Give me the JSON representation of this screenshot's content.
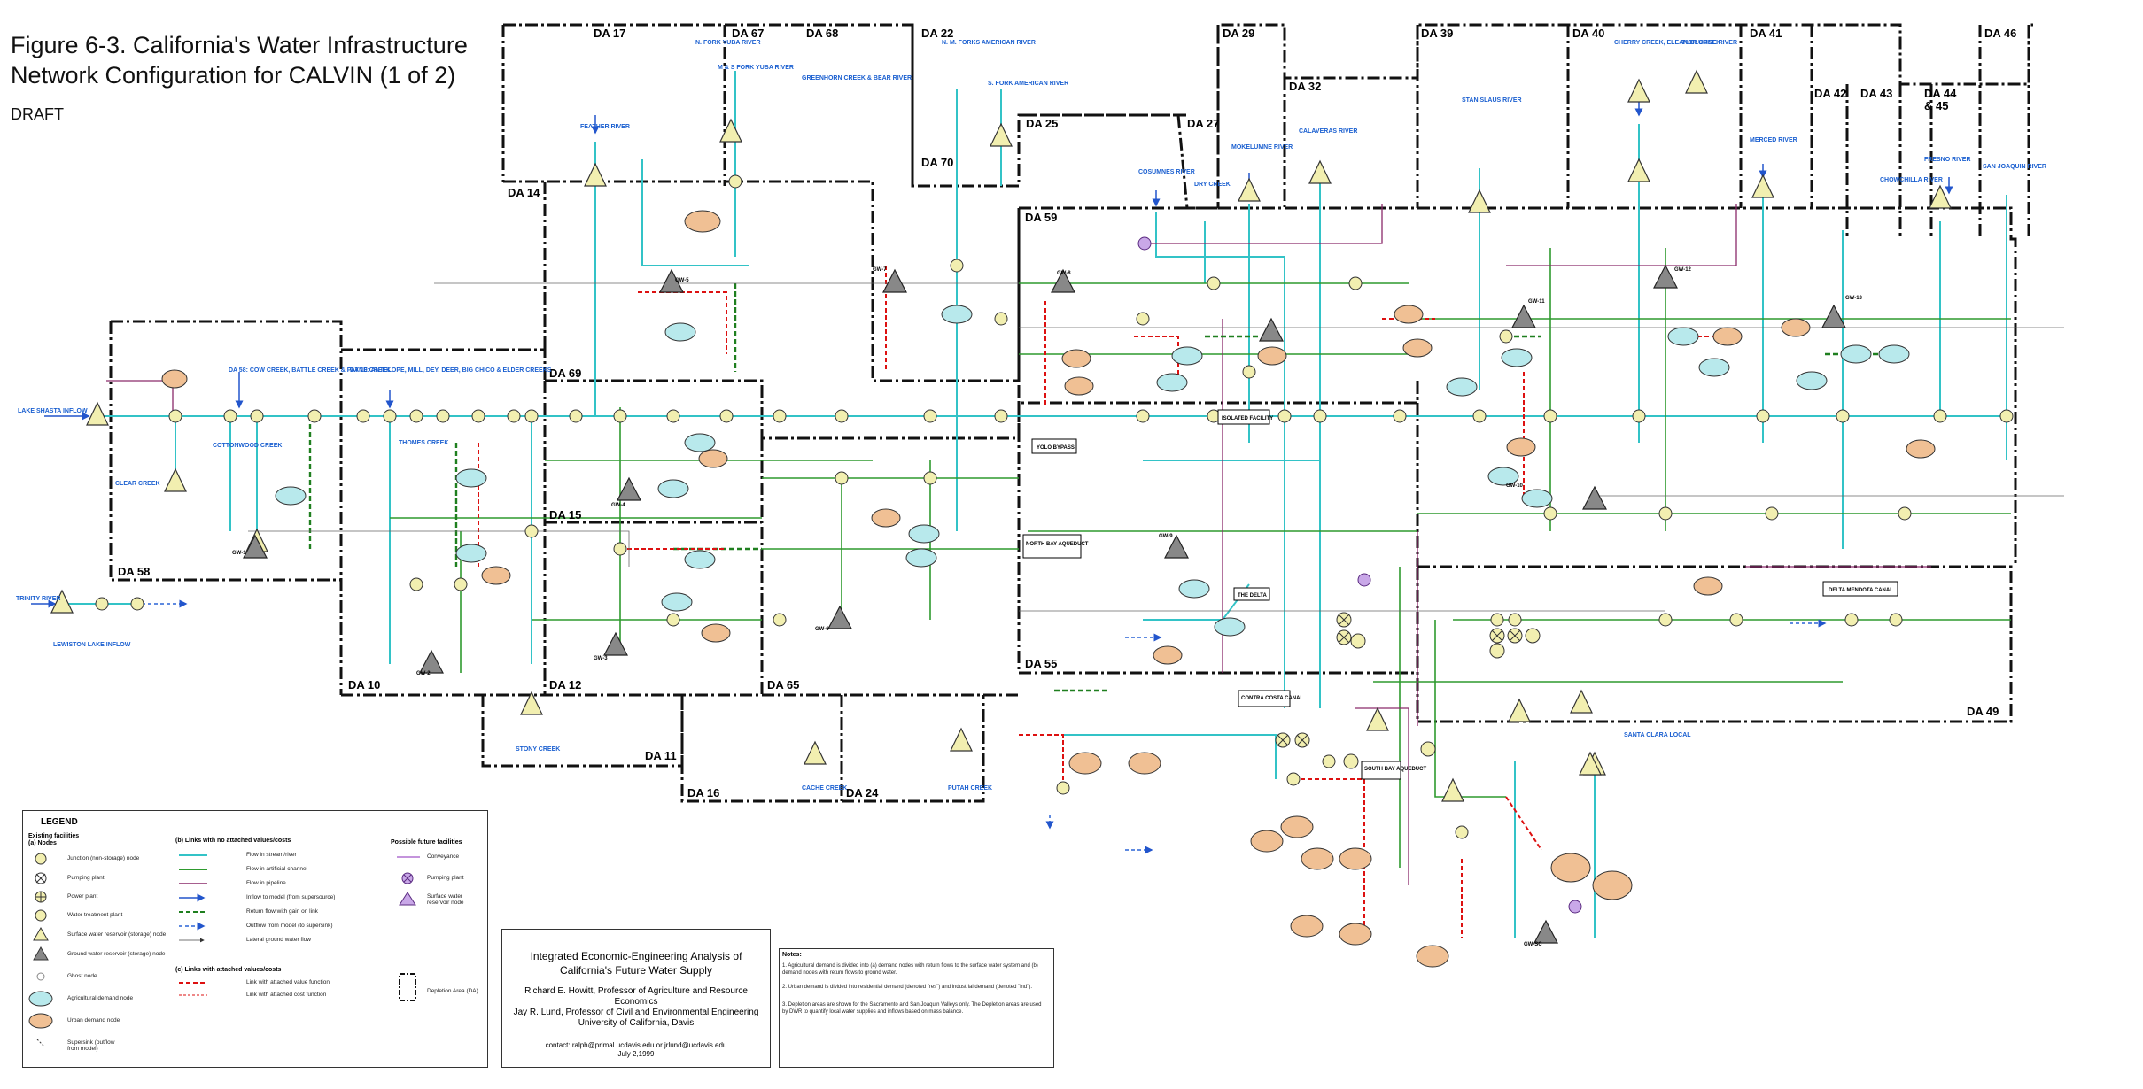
{
  "title_line1": "Figure 6-3.  California's Water Infrastructure",
  "title_line2": "Network Configuration for CALVIN (1 of 2)",
  "draft": "DRAFT",
  "colors": {
    "stream": "#33c3c7",
    "channel": "#2e9a2e",
    "pipeline": "#8a2a6a",
    "inflow": "#2255cc",
    "return": "#1f7f1f",
    "outflow": "#2a63d6",
    "lateral": "#444444",
    "attached": "#dd1111",
    "node_fill": "#f2efb0",
    "ag_fill": "#b8e9ec",
    "urban_fill": "#f0c094",
    "source_label": "#1a5fd0",
    "proposed": "#b070d0"
  },
  "depletion_areas": [
    "DA 17",
    "DA 67",
    "DA 68",
    "DA 22",
    "DA 29",
    "DA 39",
    "DA 40",
    "DA 41",
    "DA 46",
    "DA 32",
    "DA 42",
    "DA 43",
    "DA 44",
    "& 45",
    "DA 25",
    "DA 27",
    "DA 14",
    "DA 70",
    "DA 59",
    "DA 69",
    "DA 58",
    "DA 15",
    "DA 10",
    "DA 12",
    "DA 65",
    "DA 55",
    "DA 11",
    "DA 16",
    "DA 24",
    "DA 49"
  ],
  "sources": [
    "LAKE SHASTA INFLOW",
    "TRINITY RIVER",
    "LEWISTON LAKE INFLOW",
    "CLEAR CREEK",
    "COTTONWOOD CREEK",
    "DA 58: COW CREEK, BATTLE CREEK & PAYNE CREEK",
    "DA 10: ANTELOPE, MILL, DEY, DEER, BIG CHICO & ELDER CREEKS",
    "THOMES CREEK",
    "STONY CREEK",
    "CACHE CREEK",
    "PUTAH CREEK",
    "FEATHER RIVER",
    "N. FORK YUBA RIVER",
    "M & S FORK YUBA RIVER",
    "GREENHORN CREEK & BEAR RIVER",
    "N. M. FORKS AMERICAN RIVER",
    "S. FORK AMERICAN RIVER",
    "COSUMNES RIVER",
    "DRY CREEK",
    "MOKELUMNE RIVER",
    "CALAVERAS RIVER",
    "STANISLAUS RIVER",
    "CHERRY CREEK, ELEANOR CREEK",
    "TUOLUMNE RIVER",
    "MERCED RIVER",
    "CHOWCHILLA RIVER",
    "FRESNO RIVER",
    "SAN JOAQUIN RIVER",
    "SANTA CLARA LOCAL"
  ],
  "facilities": [
    "YOLO BYPASS",
    "ISOLATED FACILITY",
    "NORTH BAY AQUEDUCT",
    "THE DELTA",
    "CONTRA COSTA CANAL",
    "SOUTH BAY AQUEDUCT",
    "DELTA MENDOTA CANAL"
  ],
  "groundwater": [
    "GW-1",
    "GW-2",
    "GW-3",
    "GW-4",
    "GW-5",
    "GW-6",
    "GW-7",
    "GW-8",
    "GW-9",
    "GW-10",
    "GW-11",
    "GW-12",
    "GW-13",
    "GW-SC"
  ],
  "legend": {
    "title": "LEGEND",
    "existing": "Existing facilities",
    "nodes_heading": "(a) Nodes",
    "nodes": [
      "Junction (non-storage) node",
      "Pumping plant",
      "Power plant",
      "Water treatment plant",
      "Surface water reservoir (storage) node",
      "Ground water reservoir (storage) node",
      "Ghost node",
      "Agricultural demand node",
      "Urban demand node",
      "Supersink (outflow from model)"
    ],
    "links_heading": "(b) Links with no attached values/costs",
    "links": [
      "Flow in stream/river",
      "Flow in artificial channel",
      "Flow in pipeline",
      "Inflow to model (from supersource)",
      "Return flow with gain on link",
      "Outflow from model (to supersink)",
      "Lateral ground water flow"
    ],
    "attached_heading": "(c) Links with attached values/costs",
    "attached": [
      "Link with attached value function",
      "Link with attached cost function"
    ],
    "future_heading": "Possible future facilities",
    "future": [
      "Conveyance",
      "Pumping plant",
      "Surface water reservoir node"
    ],
    "depletion_area": "Depletion Area (DA)"
  },
  "credits": {
    "title_line1": "Integrated Economic-Engineering Analysis of",
    "title_line2": "California's Future Water Supply",
    "author1": "Richard E. Howitt, Professor of Agriculture and Resource Economics",
    "author2": "Jay R. Lund, Professor of Civil and Environmental Engineering",
    "affiliation": "University of California, Davis",
    "contact": "contact: ralph@primal.ucdavis.edu or jrlund@ucdavis.edu",
    "date": "July 2,1999"
  },
  "notes": {
    "title": "Notes:",
    "items": [
      "1.  Agricultural demand is divided into (a) demand nodes with return flows to the surface water system and (b) demand nodes with return flows to ground water.",
      "2.  Urban demand is divided into residential demand (denoted \"res\") and industrial demand (denoted \"ind\").",
      "3.  Depletion areas are shown for the Sacramento and San Joaquin Valleys only.  The Depletion areas are used by DWR to quantify local water supplies and inflows based on mass balance."
    ]
  }
}
